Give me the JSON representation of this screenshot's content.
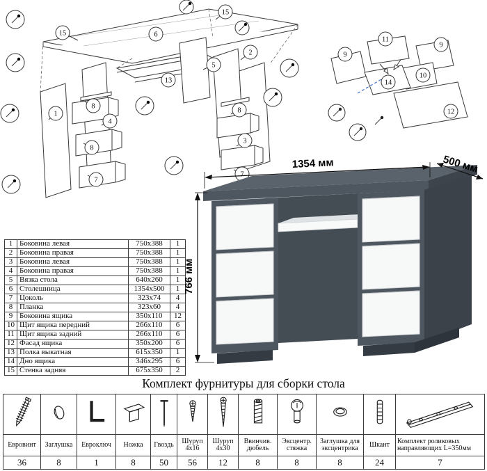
{
  "diagram_left": {
    "callouts": [
      {
        "label": "15"
      },
      {
        "label": "6"
      },
      {
        "label": "15"
      },
      {
        "label": "5"
      },
      {
        "label": "13"
      },
      {
        "label": "2"
      },
      {
        "label": "1"
      },
      {
        "label": "8"
      },
      {
        "label": "4"
      },
      {
        "label": "8"
      },
      {
        "label": "7"
      },
      {
        "label": "8"
      },
      {
        "label": "3"
      },
      {
        "label": "7"
      }
    ]
  },
  "diagram_right": {
    "callouts": [
      {
        "label": "9"
      },
      {
        "label": "11"
      },
      {
        "label": "9"
      },
      {
        "label": "14"
      },
      {
        "label": "10"
      },
      {
        "label": "12"
      }
    ]
  },
  "parts_table": {
    "rows": [
      {
        "num": "1",
        "name": "Боковина левая",
        "size": "750x388",
        "qty": "1"
      },
      {
        "num": "2",
        "name": "Боковина правая",
        "size": "750x388",
        "qty": "1"
      },
      {
        "num": "3",
        "name": "Боковина левая",
        "size": "750x388",
        "qty": "1"
      },
      {
        "num": "4",
        "name": "Боковина правая",
        "size": "750x388",
        "qty": "1"
      },
      {
        "num": "5",
        "name": "Вязка стола",
        "size": "640x260",
        "qty": "1"
      },
      {
        "num": "6",
        "name": "Столешница",
        "size": "1354x500",
        "qty": "1"
      },
      {
        "num": "7",
        "name": "Цоколь",
        "size": "323x74",
        "qty": "4"
      },
      {
        "num": "8",
        "name": "Планка",
        "size": "323x60",
        "qty": "4"
      },
      {
        "num": "9",
        "name": "Боковина ящика",
        "size": "350x110",
        "qty": "12"
      },
      {
        "num": "10",
        "name": "Щит ящика передний",
        "size": "266x110",
        "qty": "6"
      },
      {
        "num": "11",
        "name": "Щит ящика задний",
        "size": "266x110",
        "qty": "6"
      },
      {
        "num": "12",
        "name": "Фасад ящика",
        "size": "350x200",
        "qty": "6"
      },
      {
        "num": "13",
        "name": "Полка выкатная",
        "size": "615x350",
        "qty": "1"
      },
      {
        "num": "14",
        "name": "Дно ящика",
        "size": "346x295",
        "qty": "6"
      },
      {
        "num": "15",
        "name": "Стенка задняя",
        "size": "675x350",
        "qty": "2"
      }
    ]
  },
  "desk": {
    "dim_width": "1354 мм",
    "dim_depth": "500 мм",
    "dim_height": "766 мм",
    "body_color": "#4e565f",
    "side_color": "#3b424a",
    "top_color": "#5a626b",
    "drawer_color": "#f7f8f8"
  },
  "hardware": {
    "title": "Комплект фурнитуры для сборки стола",
    "items": [
      {
        "label": "Евровинт",
        "qty": "36",
        "icon": "euro-screw-icon"
      },
      {
        "label": "Заглушка",
        "qty": "8",
        "icon": "cap-icon"
      },
      {
        "label": "Евроключ",
        "qty": "1",
        "icon": "hex-key-icon"
      },
      {
        "label": "Ножка",
        "qty": "8",
        "icon": "leg-icon"
      },
      {
        "label": "Гвоздь",
        "qty": "50",
        "icon": "nail-icon"
      },
      {
        "label": "Шуруп 4x16",
        "qty": "56",
        "icon": "screw-short-icon"
      },
      {
        "label": "Шуруп 4x30",
        "qty": "12",
        "icon": "screw-long-icon"
      },
      {
        "label": "Ввинчив. дюбель",
        "qty": "8",
        "icon": "dowel-screw-icon"
      },
      {
        "label": "Эксцентр. стяжка",
        "qty": "8",
        "icon": "cam-lock-icon"
      },
      {
        "label": "Заглушка для эксцентрика",
        "qty": "8",
        "icon": "cam-cap-icon"
      },
      {
        "label": "Шкант",
        "qty": "24",
        "icon": "wood-dowel-icon"
      },
      {
        "label": "Комплект роликовых направляющих L=350мм",
        "qty": "7",
        "icon": "drawer-slide-icon"
      }
    ]
  }
}
